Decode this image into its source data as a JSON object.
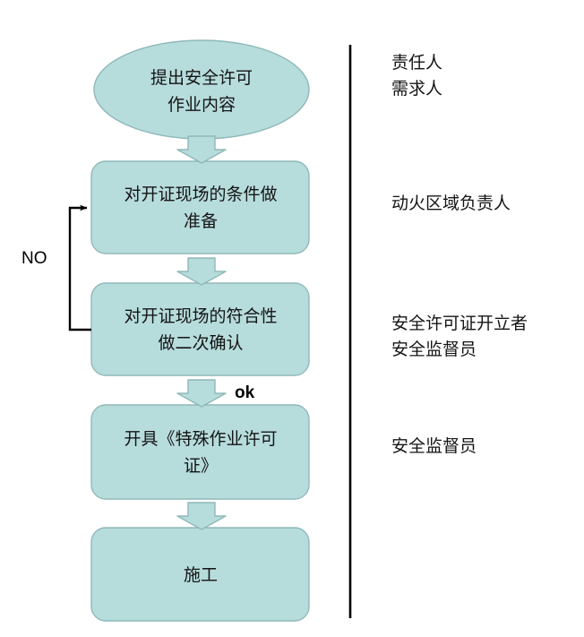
{
  "diagram": {
    "title_present": false,
    "background_color": "#ffffff",
    "node_fill": "#b7dcdc",
    "node_stroke": "#8fb8b8",
    "arrow_fill": "#b7dcdc",
    "arrow_stroke": "#8fb8b8",
    "connector_line_color": "#000000",
    "divider_color": "#000000",
    "text_color": "#141414"
  },
  "nodes": [
    {
      "id": "start",
      "shape": "ellipse",
      "text": "提出安全许可\n作业内容"
    },
    {
      "id": "prep",
      "shape": "rounded-rect",
      "text": "对开证现场的条件做\n准备"
    },
    {
      "id": "confirm",
      "shape": "rounded-rect",
      "text": "对开证现场的符合性\n做二次确认"
    },
    {
      "id": "issue",
      "shape": "rounded-rect",
      "text": "开具《特殊作业许可\n证》"
    },
    {
      "id": "work",
      "shape": "rounded-rect",
      "text": "施工"
    }
  ],
  "edge_labels": {
    "no": "NO",
    "ok": "ok"
  },
  "roles": [
    {
      "id": "role-1",
      "text": "责任人\n需求人"
    },
    {
      "id": "role-2",
      "text": "动火区域负责人"
    },
    {
      "id": "role-3",
      "text": "安全许可证开立者\n安全监督员"
    },
    {
      "id": "role-4",
      "text": "安全监督员"
    }
  ]
}
